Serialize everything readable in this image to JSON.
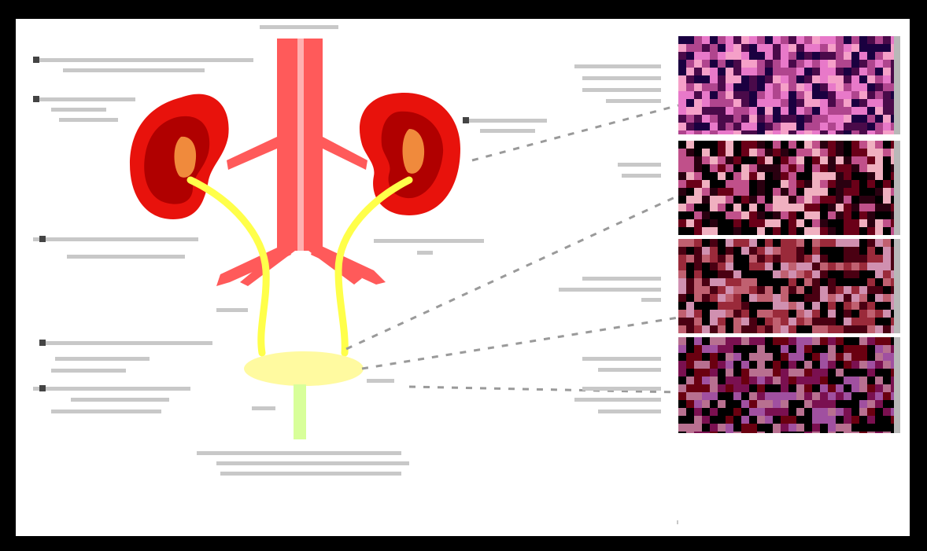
{
  "figure": {
    "background_color": "#ffffff",
    "frame_color": "#000000",
    "organ_colors": {
      "kidney": "#e8120c",
      "kidney_dark": "#b00000",
      "kidney_pelvis": "#f08a3c",
      "aorta_vena_cava": "#ff5a5a",
      "ureter": "#ffff4a",
      "bladder": "#fffaa0",
      "urethra": "#d8ff9a"
    },
    "callout_label_color": "#7a7a7a",
    "panels": [
      {
        "id": "panel-1",
        "tissue_colors": [
          "#b0458e",
          "#e879c9",
          "#4a0a4a",
          "#f5a0c8",
          "#1a0040"
        ],
        "background": "#ffffff"
      },
      {
        "id": "panel-2",
        "tissue_colors": [
          "#6a0018",
          "#c0508a",
          "#f0b0c0",
          "#2a0010"
        ],
        "background": "#000000"
      },
      {
        "id": "panel-3",
        "tissue_colors": [
          "#9a2a3a",
          "#4a0012",
          "#c06070",
          "#d090b0"
        ],
        "background": "#000000"
      },
      {
        "id": "panel-4",
        "tissue_colors": [
          "#6a0010",
          "#7a1050",
          "#b87090",
          "#a050a0"
        ],
        "background": "#000000"
      }
    ]
  }
}
